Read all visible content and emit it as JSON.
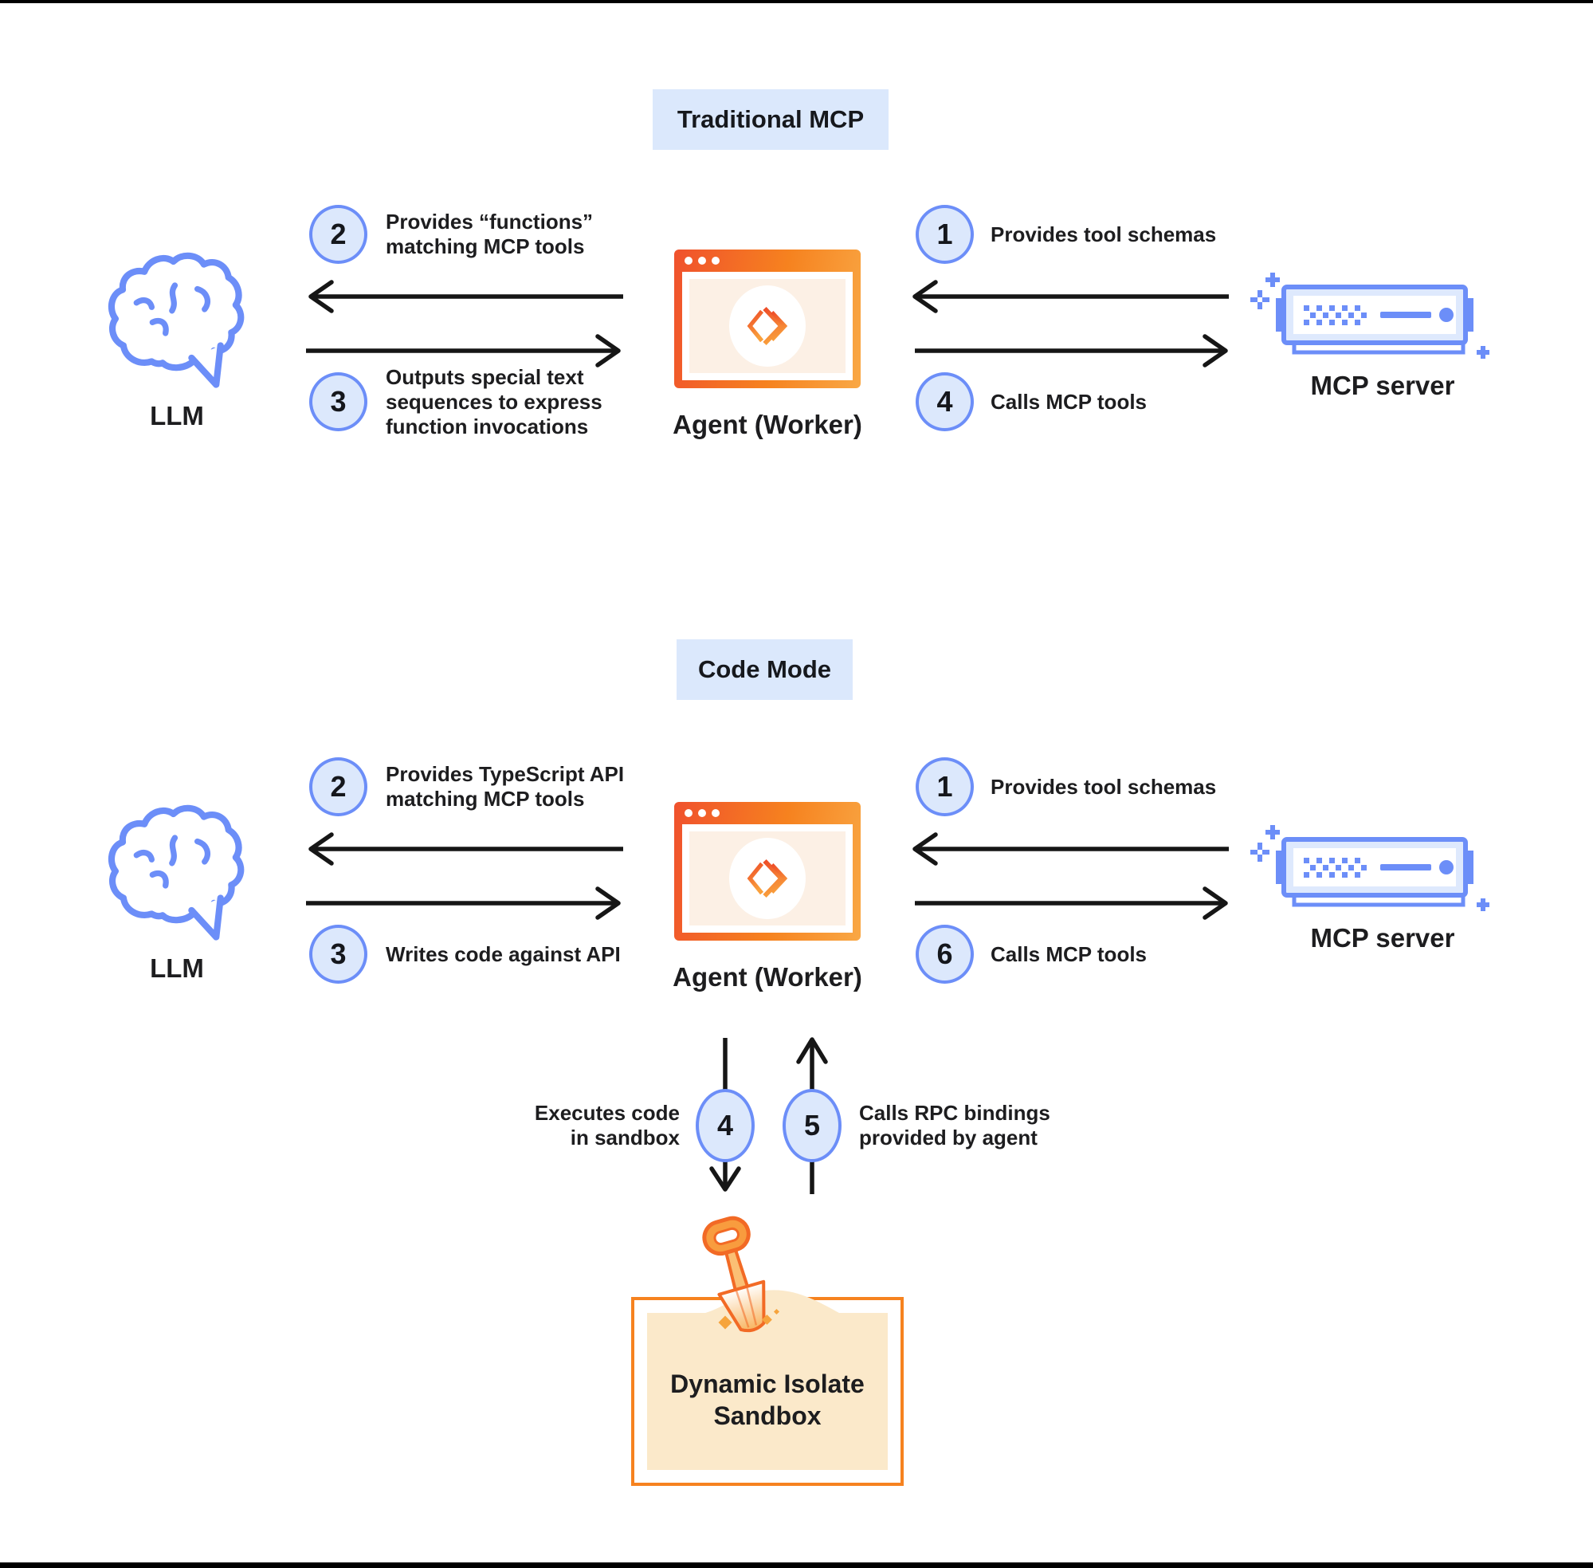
{
  "colors": {
    "accent_blue": "#6C8EF8",
    "badge_fill": "#DCE8FC",
    "title_bg": "#DBE8FC",
    "arrow_black": "#161616",
    "orange": "#F6821F",
    "orange_deep": "#F0512D",
    "orange_light": "#F9A845",
    "agent_panel": "#FCF0E5",
    "sand": "#FBE9CA",
    "text": "#1D1D1F"
  },
  "traditional": {
    "title": "Traditional MCP",
    "llm_label": "LLM",
    "agent_label": "Agent (Worker)",
    "server_label": "MCP server",
    "step1": {
      "num": "1",
      "label": "Provides tool schemas"
    },
    "step2": {
      "num": "2",
      "label": "Provides “functions”\nmatching MCP tools"
    },
    "step3": {
      "num": "3",
      "label": "Outputs special text\nsequences to express\nfunction invocations"
    },
    "step4": {
      "num": "4",
      "label": "Calls MCP tools"
    }
  },
  "code_mode": {
    "title": "Code Mode",
    "llm_label": "LLM",
    "agent_label": "Agent (Worker)",
    "server_label": "MCP server",
    "step1": {
      "num": "1",
      "label": "Provides tool schemas"
    },
    "step2": {
      "num": "2",
      "label": "Provides TypeScript API\nmatching MCP tools"
    },
    "step3": {
      "num": "3",
      "label": "Writes code against API"
    },
    "step6": {
      "num": "6",
      "label": "Calls MCP tools"
    },
    "step4": {
      "num": "4",
      "label": "Executes code\nin sandbox"
    },
    "step5": {
      "num": "5",
      "label": "Calls RPC bindings\nprovided by agent"
    },
    "sandbox_label": "Dynamic Isolate\nSandbox"
  }
}
